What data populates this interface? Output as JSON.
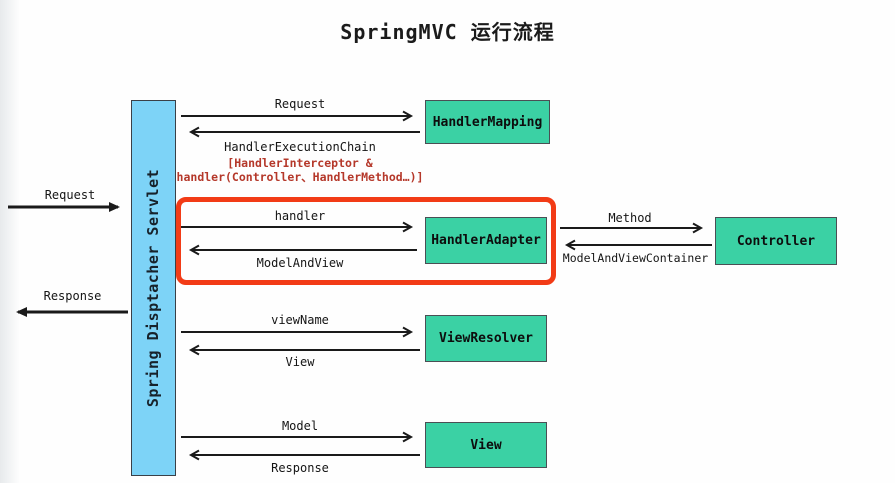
{
  "title": "SpringMVC 运行流程",
  "colors": {
    "node_green": "#3bd1a4",
    "servlet_blue": "#7dd3f7",
    "highlight_red": "#f23b16",
    "annotation_red": "#b5382a"
  },
  "servlet_bar": {
    "label": "Spring Disptacher Servlet"
  },
  "nodes": {
    "handler_mapping": "HandlerMapping",
    "handler_adapter": "HandlerAdapter",
    "controller": "Controller",
    "view_resolver": "ViewResolver",
    "view": "View"
  },
  "edges": {
    "request_in": "Request",
    "response_out": "Response",
    "to_handler_mapping": "Request",
    "from_handler_mapping": "HandlerExecutionChain",
    "annotation_line1": "[HandlerInterceptor &",
    "annotation_line2": "handler(Controller、HandlerMethod…)]",
    "to_handler_adapter": "handler",
    "from_handler_adapter": "ModelAndView",
    "to_controller": "Method",
    "from_controller": "ModelAndViewContainer",
    "to_view_resolver": "viewName",
    "from_view_resolver": "View",
    "to_view": "Model",
    "from_view": "Response"
  }
}
